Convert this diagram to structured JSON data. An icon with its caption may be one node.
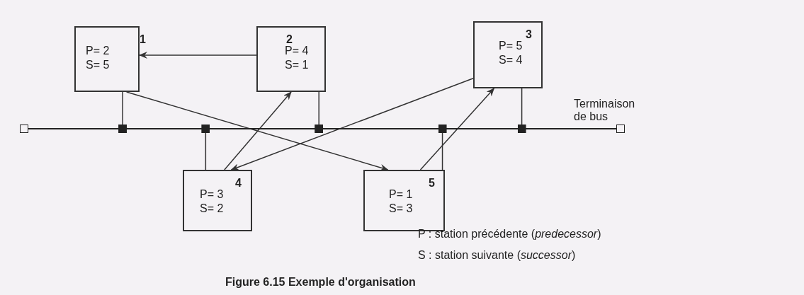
{
  "diagram": {
    "caption": "Figure 6.15 Exemple d'organisation",
    "nodes": [
      {
        "text": [
          "1",
          "P= 2",
          "S= 5"
        ]
      },
      {
        "text": [
          "2",
          "P= 4",
          "S= 1"
        ]
      },
      {
        "text": [
          "3",
          "P= 5",
          "S= 4"
        ]
      },
      {
        "text": [
          "4",
          "P= 3",
          "S= 2"
        ]
      },
      {
        "text": [
          "5",
          "P= 1",
          "S= 3"
        ]
      },
      {
        "text": [],
        "shape": "bar"
      },
      {
        "text": [],
        "shape": "box"
      },
      {
        "text": [],
        "shape": "box",
        "beside": [
          "Terminaison de bus"
        ]
      }
    ],
    "edges": [
      {
        "from": 1,
        "to": 0,
        "arrow": "to"
      },
      {
        "from": 0,
        "to": 4,
        "arrow": "to"
      },
      {
        "from": 4,
        "to": 2,
        "arrow": "to"
      },
      {
        "from": 2,
        "to": 3,
        "arrow": "to"
      },
      {
        "from": 3,
        "to": 1,
        "arrow": "to"
      },
      {
        "from": 0,
        "to": 5,
        "arrow": "other"
      },
      {
        "from": 1,
        "to": 5,
        "arrow": "other"
      },
      {
        "from": 2,
        "to": 5,
        "arrow": "other"
      },
      {
        "from": 3,
        "to": 5,
        "arrow": "other"
      },
      {
        "from": 4,
        "to": 5,
        "arrow": "other"
      }
    ],
    "labels": [
      "P : station précédente (*predecessor*)",
      "S : station suivante (*successor*)"
    ]
  }
}
